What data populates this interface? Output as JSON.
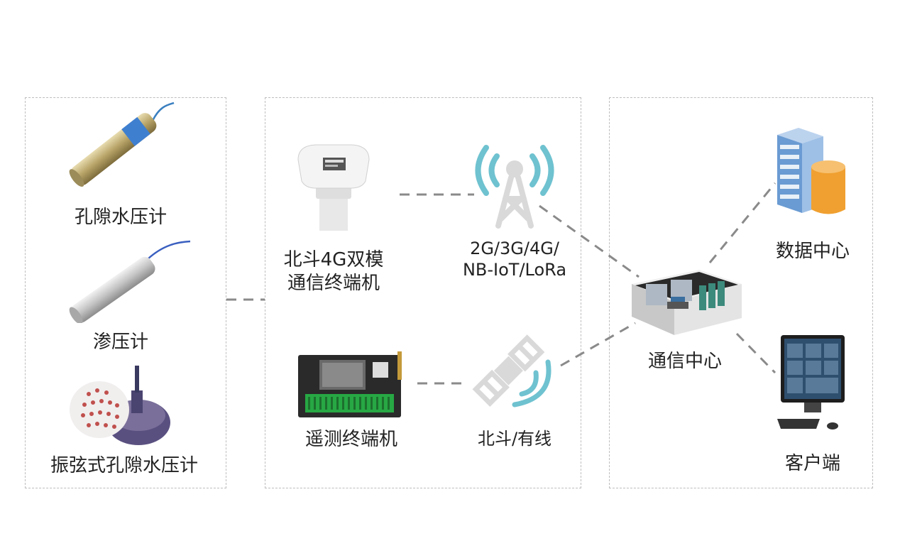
{
  "sensors": {
    "piezometer_label": "孔隙水压计",
    "seepage_label": "渗压计",
    "vibrating_wire_label": "振弦式孔隙水压计"
  },
  "terminals": {
    "beidou_4g_line1": "北斗4G双模",
    "beidou_4g_line2": "通信终端机",
    "telemetry_label": "遥测终端机"
  },
  "networks": {
    "cellular_line1": "2G/3G/4G/",
    "cellular_line2": "NB-IoT/LoRa",
    "satellite_label": "北斗/有线"
  },
  "center": {
    "comm_center_label": "通信中心",
    "data_center_label": "数据中心",
    "client_label": "客户端"
  },
  "colors": {
    "signal_blue": "#6fc2d0",
    "tower_gray": "#d9d9d9",
    "dash_line": "#8a8a8a",
    "panel_border": "#bdbdbd",
    "db_orange": "#f0a030",
    "server_blue": "#7aa7d8"
  }
}
